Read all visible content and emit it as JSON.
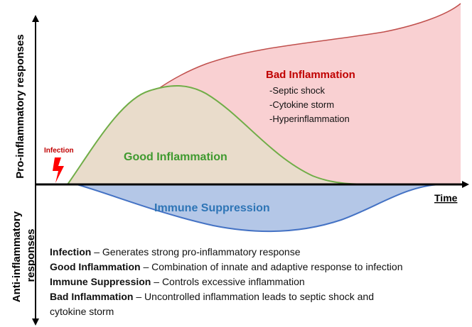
{
  "axes": {
    "y_positive_label": "Pro-inflammatory responses",
    "y_negative_label": "Anti-inflammatory responses",
    "x_label": "Time"
  },
  "infection": {
    "label": "Infection",
    "icon": "lightning-bolt-icon",
    "color": "#ff0000"
  },
  "regions": {
    "bad": {
      "title": "Bad Inflammation",
      "items": [
        "-Septic shock",
        "-Cytokine storm",
        "-Hyperinflammation"
      ],
      "fill_color": "#f9d0d2",
      "line_color": "#c0504d"
    },
    "good": {
      "title": "Good Inflammation",
      "fill_color": "#e9dccb",
      "line_color": "#70ad47"
    },
    "immune": {
      "title": "Immune Suppression",
      "fill_color": "#b4c7e7",
      "line_color": "#4472c4"
    }
  },
  "legend": [
    {
      "term": "Infection",
      "sep": " – ",
      "desc": "Generates strong pro-inflammatory response"
    },
    {
      "term": "Good Inflammation",
      "sep": " – ",
      "desc": "Combination of innate and adaptive response to infection"
    },
    {
      "term": "Immune Suppression",
      "sep": " – ",
      "desc": "Controls excessive inflammation"
    },
    {
      "term": "Bad Inflammation",
      "sep": " – ",
      "desc": "Uncontrolled inflammation leads to septic shock and"
    },
    {
      "term": "",
      "sep": "",
      "desc": "cytokine storm"
    }
  ]
}
